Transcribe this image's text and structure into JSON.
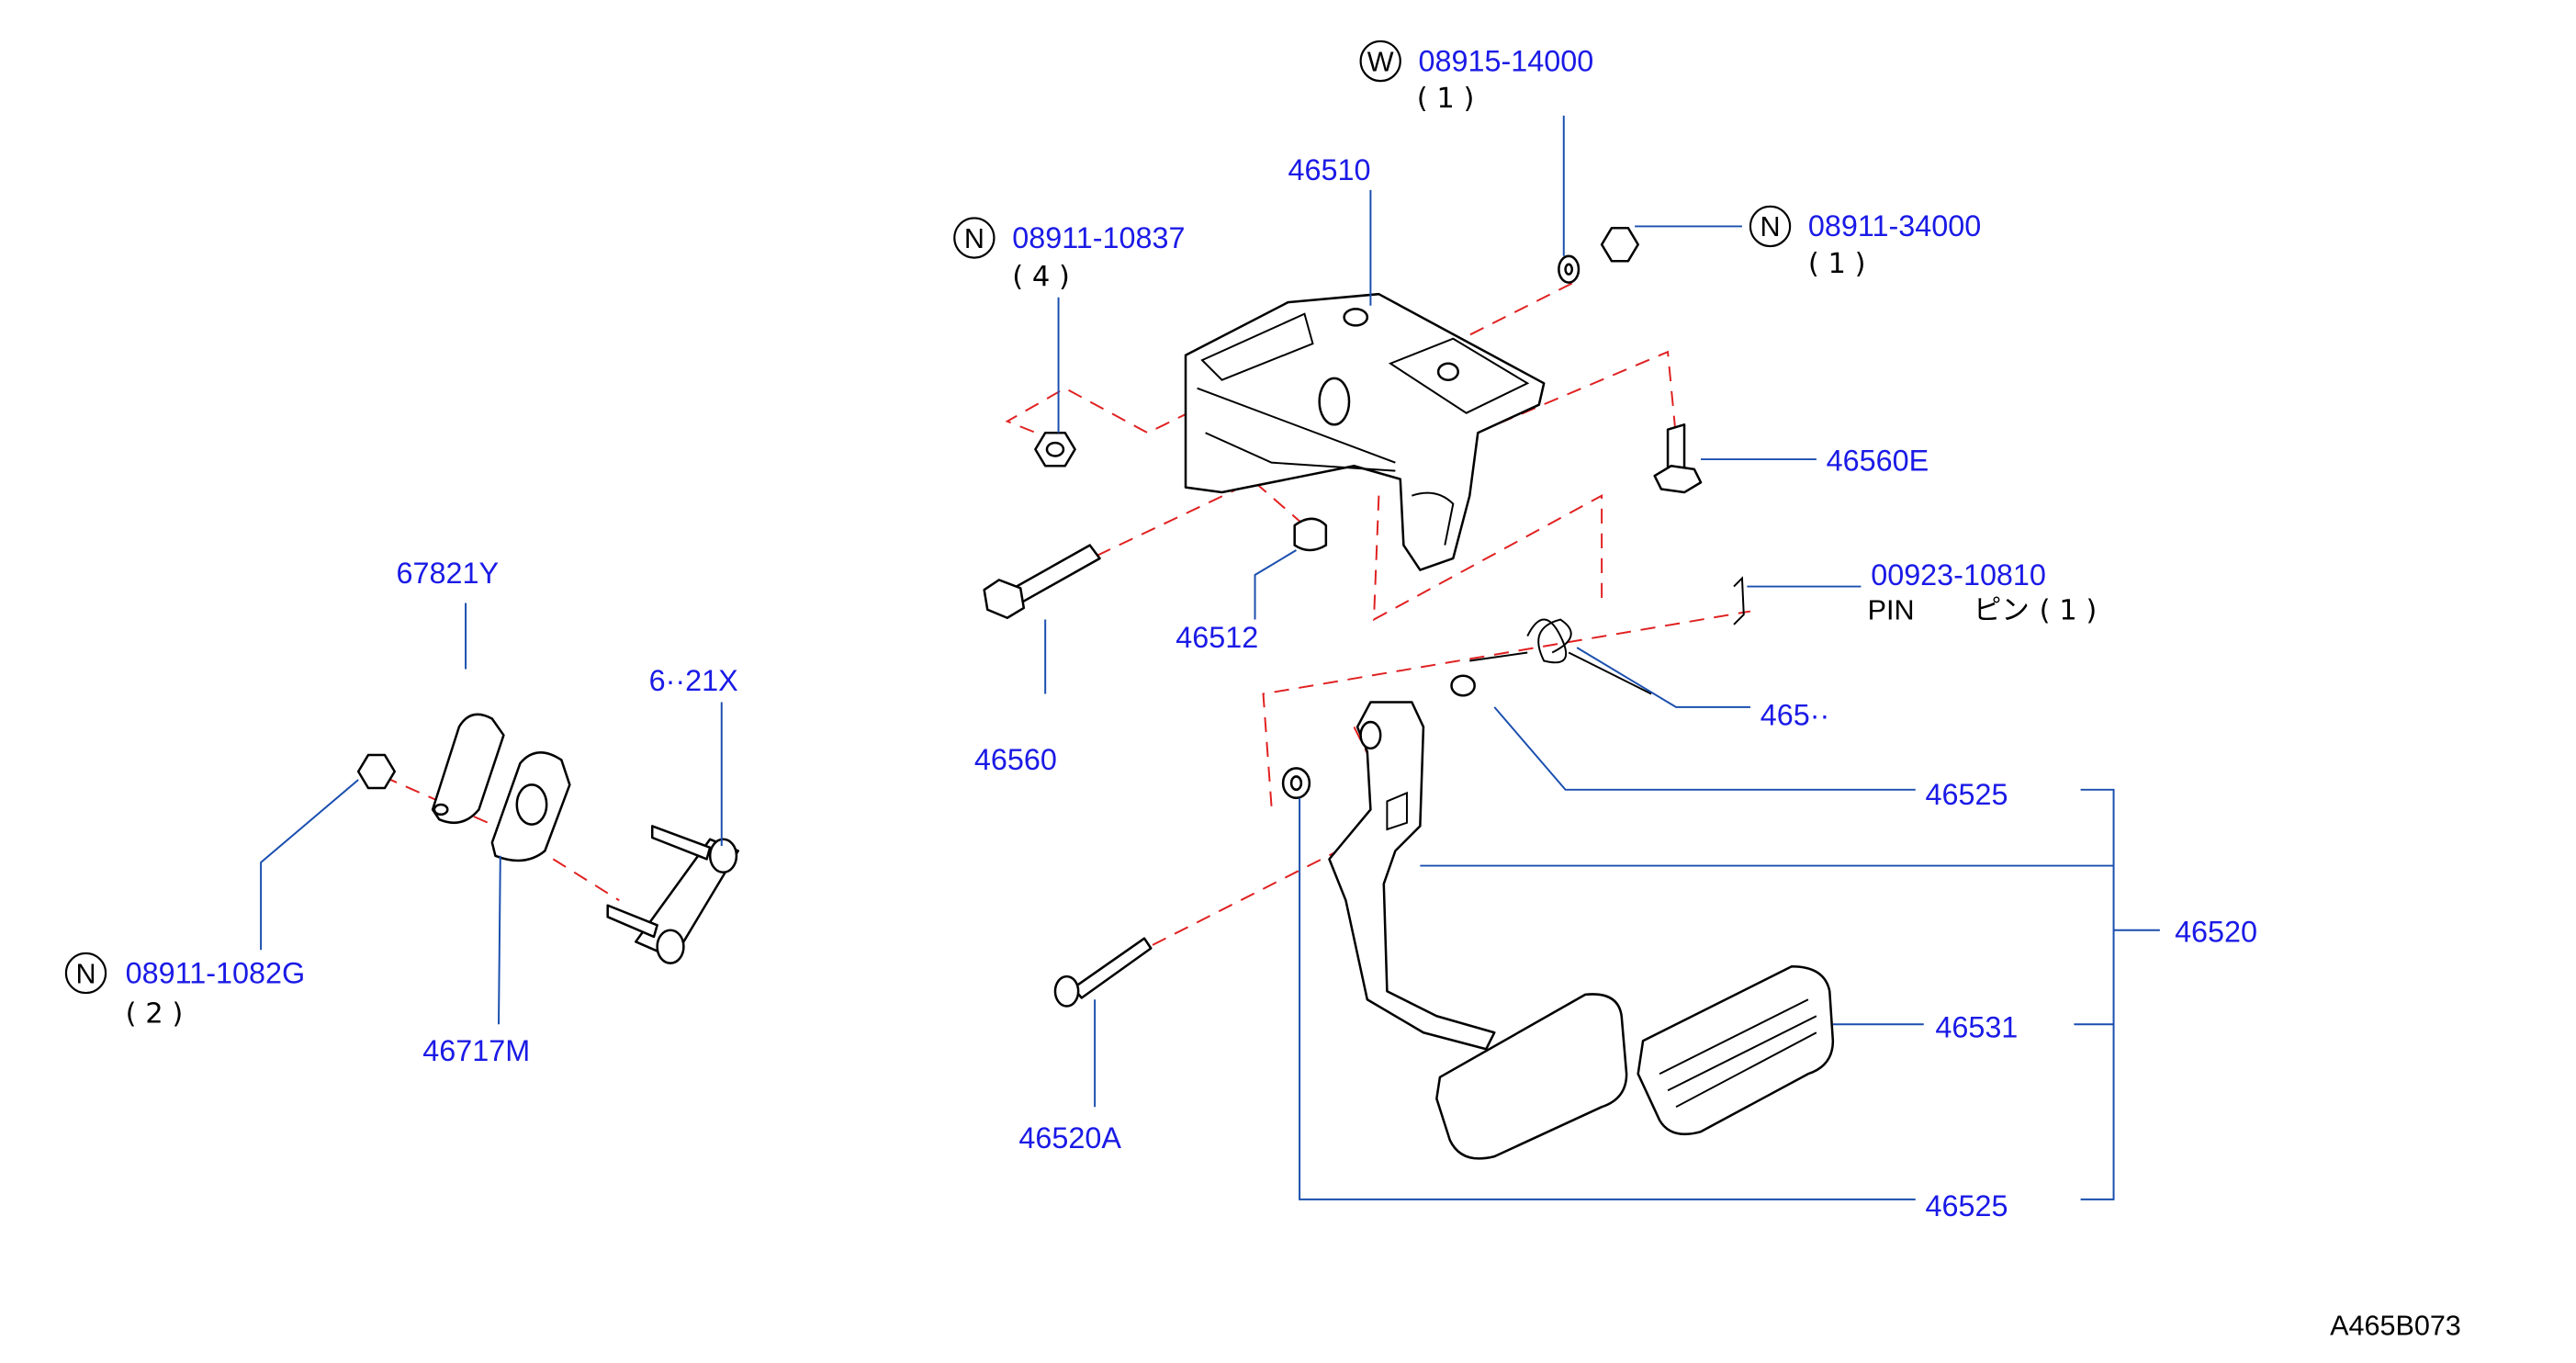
{
  "labels": {
    "w_08915": {
      "prefix": "W",
      "number": "08915-14000",
      "qty": "( 1  )"
    },
    "p_46510": "46510",
    "n_08911_10837": {
      "prefix": "N",
      "number": "08911-10837",
      "qty": "( 4  )"
    },
    "n_08911_34000": {
      "prefix": "N",
      "number": "08911-34000",
      "qty": "( 1  )"
    },
    "p_46560E": "46560E",
    "p_00923": "00923-10810",
    "pin_note": {
      "en": "PIN",
      "jp": "ピン",
      "qty": "( 1  )"
    },
    "p_46512": "46512",
    "p_46560": "46560",
    "p_46540": "465··",
    "p_46525_top": "46525",
    "p_46520": "46520",
    "p_46531": "46531",
    "p_46520A": "46520A",
    "p_46525_bottom": "46525",
    "p_67821Y": "67821Y",
    "p_67821X": "6··21X",
    "n_08911_1082G": {
      "prefix": "N",
      "number": "08911-1082G",
      "qty": "( 2  )"
    },
    "p_46717M": "46717M",
    "figure_code": "A465B073"
  },
  "colors": {
    "label_blue": "#1a1ae6",
    "leader_blue": "#1a4fae",
    "dash_red": "#e02020",
    "outline": "#000000"
  }
}
